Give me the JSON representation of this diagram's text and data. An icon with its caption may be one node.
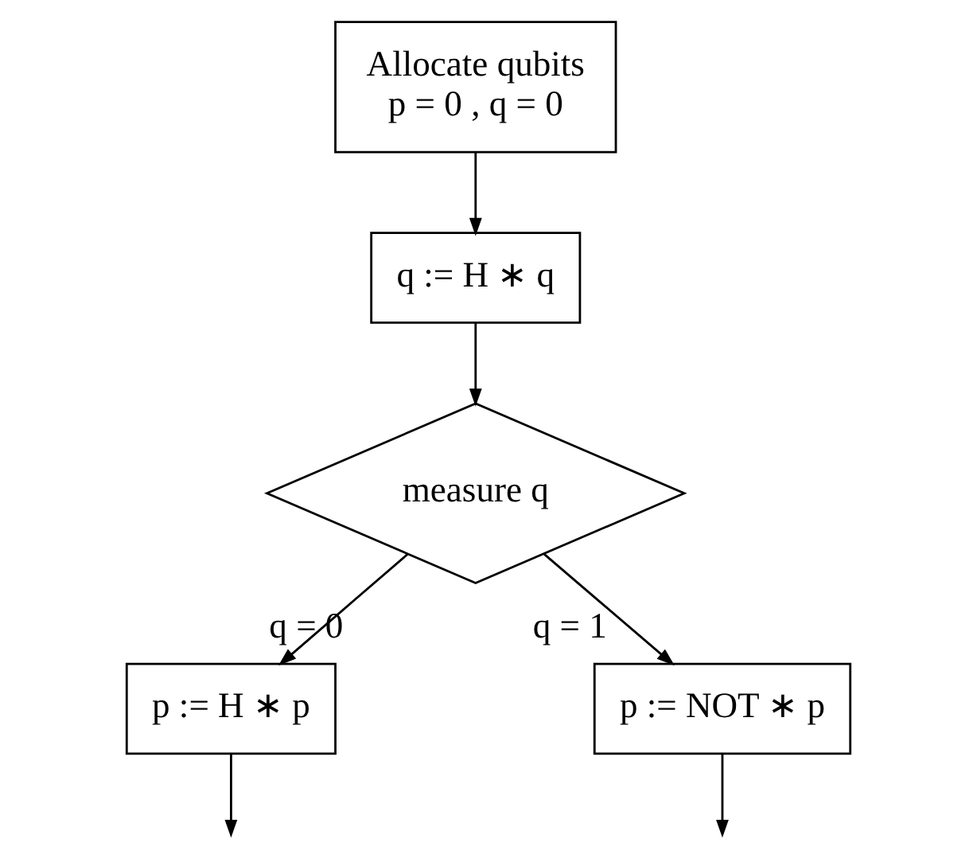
{
  "diagram": {
    "nodes": [
      {
        "text": [
          "Allocate qubits",
          "p = 0 , q = 0"
        ]
      },
      {
        "text": [
          "q := H ∗ q"
        ]
      },
      {
        "text": [
          "measure q"
        ]
      },
      {
        "text": [
          "p := H ∗ p"
        ]
      },
      {
        "text": [
          "p := NOT ∗ p"
        ]
      }
    ],
    "edges": [
      {
        "from": 0,
        "to": 1,
        "arrow": "to"
      },
      {
        "from": 1,
        "to": 2,
        "arrow": "to"
      },
      {
        "from": 2,
        "to": 3,
        "arrow": "to",
        "label": "q = 0"
      },
      {
        "from": 2,
        "to": 4,
        "arrow": "to",
        "label": "q = 1"
      },
      {
        "from": 3,
        "to": null,
        "arrow": "to"
      },
      {
        "from": 4,
        "to": null,
        "arrow": "to"
      }
    ]
  }
}
